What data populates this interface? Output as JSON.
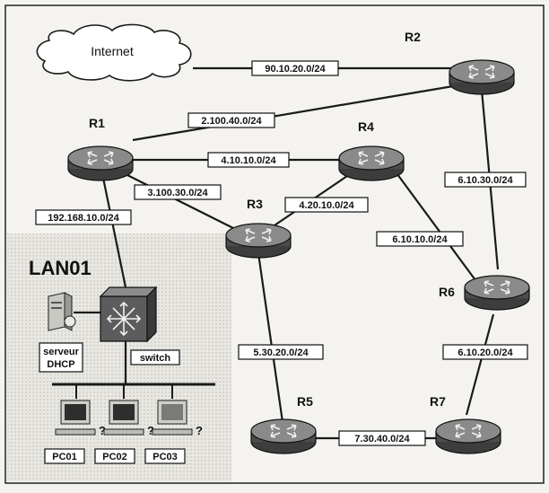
{
  "cloud": {
    "label": "Internet"
  },
  "lan": {
    "title": "LAN01",
    "server_label_line1": "serveur",
    "server_label_line2": "DHCP",
    "switch_label": "switch",
    "pcs": [
      "PC01",
      "PC02",
      "PC03"
    ],
    "pc_mark": "?"
  },
  "routers": [
    "R1",
    "R2",
    "R3",
    "R4",
    "R5",
    "R6",
    "R7"
  ],
  "networks": {
    "internet_r2": "90.10.20.0/24",
    "r1_r2": "2.100.40.0/24",
    "r1_r4": "4.10.10.0/24",
    "r1_r3": "3.100.30.0/24",
    "r3_r4": "4.20.10.0/24",
    "r1_lan": "192.168.10.0/24",
    "r2_r6": "6.10.30.0/24",
    "r4_r6": "6.10.10.0/24",
    "r3_r5": "5.30.20.0/24",
    "r6_r7": "6.10.20.0/24",
    "r5_r7": "7.30.40.0/24"
  },
  "colors": {
    "router_top": "#8a8a8a",
    "router_body": "#4d4d4d",
    "link": "#1a1a1a",
    "lan_shade": "#dcdcd8"
  }
}
